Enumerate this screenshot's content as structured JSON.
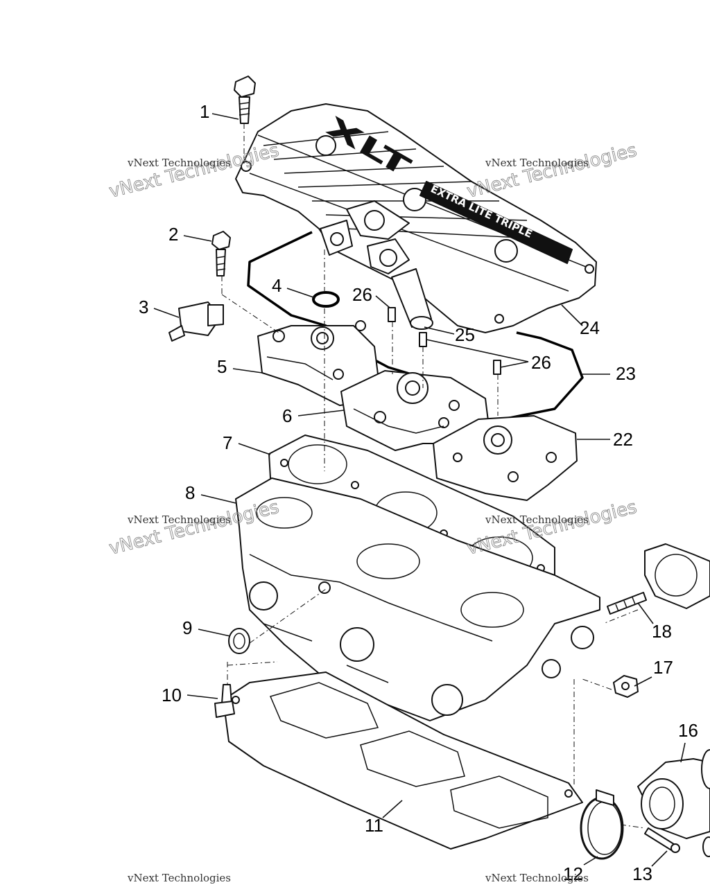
{
  "callouts": [
    "1",
    "2",
    "3",
    "4",
    "5",
    "6",
    "7",
    "8",
    "9",
    "10",
    "11",
    "12",
    "13",
    "16",
    "17",
    "18",
    "22",
    "23",
    "24",
    "25",
    "26",
    "26"
  ],
  "cover_logo": "XLT",
  "cover_subtitle": "EXTRA LITE TRIPLE",
  "watermark": {
    "line1": "vNext Technologies",
    "line2": "vNext Technologies"
  },
  "colors": {
    "ink": "#111111",
    "paper": "#ffffff"
  }
}
